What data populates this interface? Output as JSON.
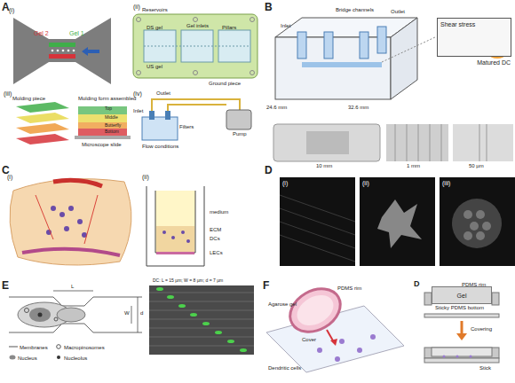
{
  "diagram": {
    "nodes": [
      {
        "text": [
          "Shear stress",
          "Matured DC"
        ]
      },
      {
        "text": [
          "Gel"
        ]
      }
    ],
    "labels": [
      "A",
      "(i)",
      "Gel 2",
      "Gel 1",
      "(ii)",
      "Reservoirs",
      "DS gel",
      "Gel inlets",
      "US gel",
      "Pillars",
      "Ground piece",
      "(iii)",
      "Molding piece",
      "Molding form assembled",
      "Top",
      "Middle",
      "Butterfly",
      "Bottom",
      "Microscope slide",
      "(iv)",
      "Outlet",
      "Inlet",
      "Filters",
      "Pump",
      "Flow conditions",
      "B",
      "Inlet",
      "Outlet",
      "Bridge channels",
      "24.6 mm",
      "32.6 mm",
      "10 mm",
      "1 mm",
      "50 µm",
      "C",
      "(i)",
      "(ii)",
      "medium",
      "ECM",
      "DCs",
      "LECs",
      "D",
      "(i)",
      "(ii)",
      "(iii)",
      "E",
      "L",
      "W",
      "d",
      "DC: L = 15 µm; W = 8 µm; d = 7 µm",
      "F",
      "PDMS rim",
      "Agarose gel",
      "Cover",
      "Dendritic cells",
      "D",
      "PDMS rim",
      "Sticky PDMS bottom",
      "Covering",
      "Stick"
    ],
    "legend": [
      {
        "text": "Membranes"
      },
      {
        "text": "Macropinosomes"
      },
      {
        "text": "Nucleus"
      },
      {
        "text": "Nucleolus"
      }
    ]
  }
}
